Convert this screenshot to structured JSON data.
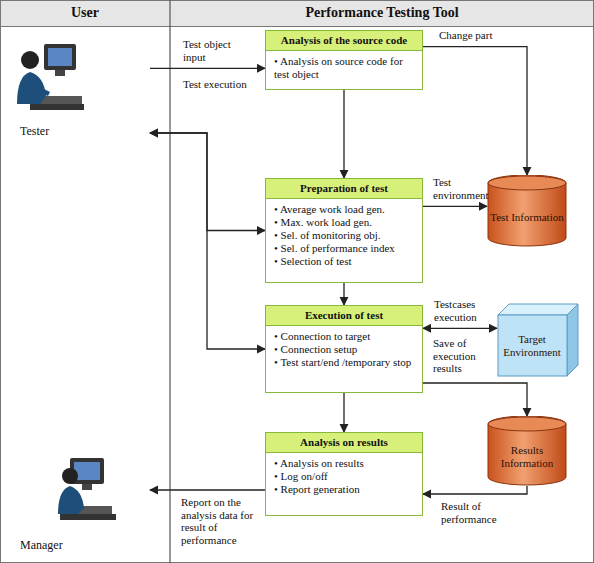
{
  "diagram": {
    "nodes": [
      {
        "text": [
          "Tester"
        ]
      },
      {
        "text": [
          "Analysis of the source code",
          "• Analysis on source code for test object"
        ]
      },
      {
        "text": [
          "Preparation of test",
          "• Average work load gen.",
          "• Max. work load gen.",
          "• Sel. of monitoring obj.",
          "• Sel. of performance index",
          "• Selection of test"
        ]
      },
      {
        "text": [
          "Test Information"
        ]
      },
      {
        "text": [
          "Execution of test",
          "• Connection to target",
          "• Connection setup",
          "• Test start/end /temporary stop"
        ]
      },
      {
        "text": [
          "Target Environment"
        ]
      },
      {
        "text": [
          "Analysis on results",
          "• Analysis on results",
          "• Log on/off",
          "• Report generation"
        ]
      },
      {
        "text": [
          "Results Information"
        ]
      },
      {
        "text": [
          "Manager"
        ]
      }
    ],
    "edges": [
      {
        "from": 0,
        "to": 1,
        "arrow": "to",
        "label": "Test object input"
      },
      {
        "from": 0,
        "to": 2,
        "arrow": "both"
      },
      {
        "from": 0,
        "to": 4,
        "arrow": "both",
        "label": "Test execution"
      },
      {
        "from": 1,
        "to": 2,
        "arrow": "to"
      },
      {
        "from": 1,
        "to": 3,
        "arrow": "to",
        "label": "Change part"
      },
      {
        "from": 2,
        "to": 3,
        "arrow": "to",
        "label": "Test environment"
      },
      {
        "from": 2,
        "to": 4,
        "arrow": "to"
      },
      {
        "from": 4,
        "to": 5,
        "arrow": "both",
        "label": "Testcases execution"
      },
      {
        "from": 4,
        "to": 7,
        "arrow": "to",
        "label": "Save of execution results"
      },
      {
        "from": 4,
        "to": 6,
        "arrow": "to"
      },
      {
        "from": 7,
        "to": 6,
        "arrow": "to",
        "label": "Result of performance"
      },
      {
        "from": 6,
        "to": 8,
        "arrow": "to",
        "label": "Report on the analysis data for result of performance"
      }
    ],
    "labels": [
      "User",
      "Performance Testing Tool"
    ]
  }
}
